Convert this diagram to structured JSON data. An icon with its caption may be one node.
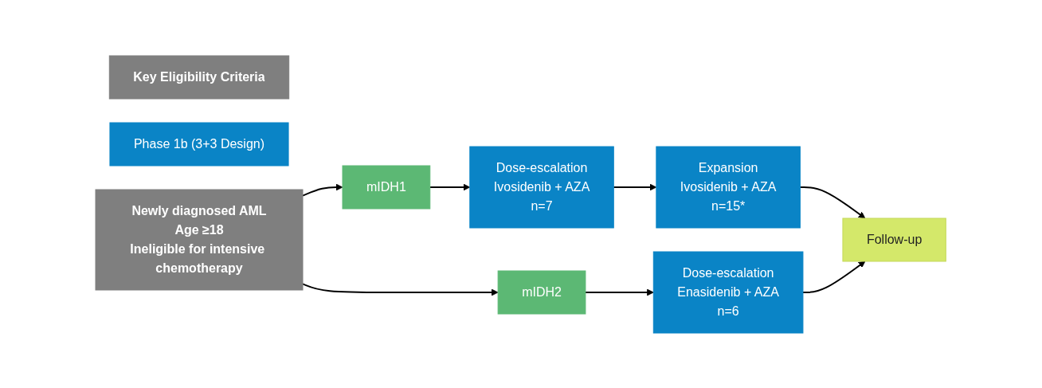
{
  "diagram": {
    "nodes": [
      {
        "text": [
          "Key Eligibility Criteria"
        ]
      },
      {
        "text": [
          "Phase 1b (3+3 Design)"
        ]
      },
      {
        "text": [
          "Newly diagnosed AML",
          "Age ≥18",
          "Ineligible for intensive chemotherapy"
        ]
      },
      {
        "text": [
          "mIDH1"
        ]
      },
      {
        "text": [
          "Dose-escalation",
          "Ivosidenib + AZA",
          "n=7"
        ]
      },
      {
        "text": [
          "Expansion",
          "Ivosidenib + AZA",
          "n=15*"
        ]
      },
      {
        "text": [
          "mIDH2"
        ]
      },
      {
        "text": [
          "Dose-escalation",
          "Enasidenib + AZA",
          "n=6"
        ]
      },
      {
        "text": [
          "Follow-up"
        ]
      }
    ],
    "edges": [
      {
        "from": 2,
        "to": 3,
        "arrow": "to"
      },
      {
        "from": 2,
        "to": 6,
        "arrow": "to"
      },
      {
        "from": 3,
        "to": 4,
        "arrow": "to"
      },
      {
        "from": 4,
        "to": 5,
        "arrow": "to"
      },
      {
        "from": 5,
        "to": 8,
        "arrow": "to"
      },
      {
        "from": 6,
        "to": 7,
        "arrow": "to"
      },
      {
        "from": 7,
        "to": 8,
        "arrow": "to"
      }
    ]
  }
}
